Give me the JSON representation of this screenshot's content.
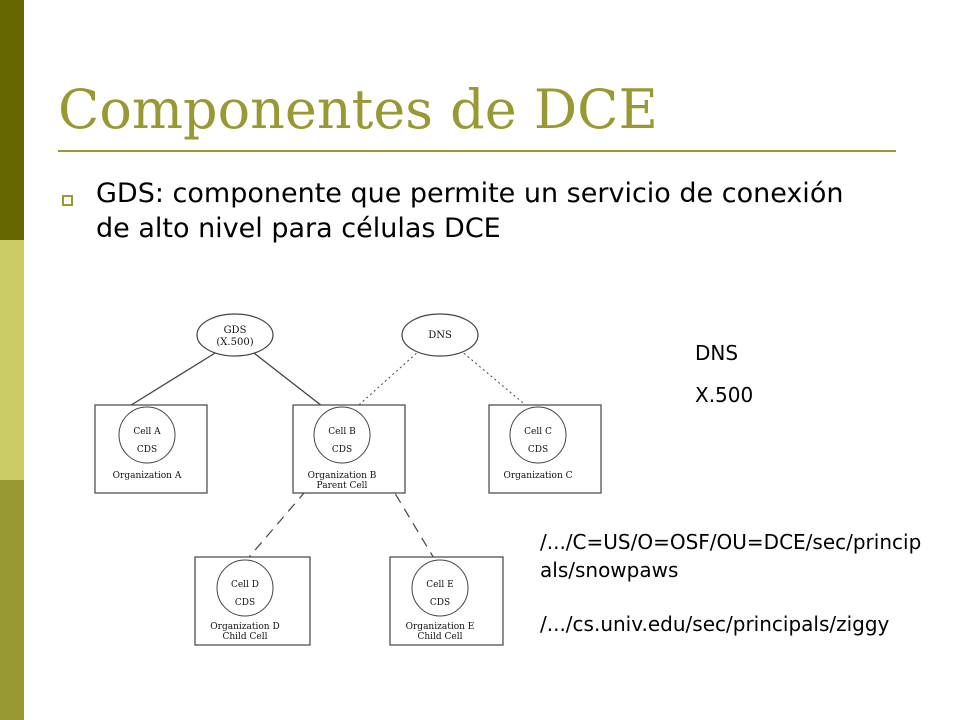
{
  "colors": {
    "sidebar_top": "#666600",
    "sidebar_mid": "#cccc66",
    "sidebar_bottom": "#999933",
    "accent": "#999933",
    "rule": "#999933",
    "diagram_stroke": "#444444"
  },
  "slide": {
    "title": "Componentes de DCE",
    "bullet": "GDS: componente que permite un servicio de conexión de alto nivel para células DCE"
  },
  "diagram": {
    "top_nodes": [
      {
        "id": "gds",
        "line1": "GDS",
        "line2": "(X.500)"
      },
      {
        "id": "dns",
        "line1": "DNS",
        "line2": ""
      }
    ],
    "cells": [
      {
        "id": "cell-a",
        "cell": "Cell A",
        "cds": "CDS",
        "org": "Organization A",
        "org2": ""
      },
      {
        "id": "cell-b",
        "cell": "Cell B",
        "cds": "CDS",
        "org": "Organization B",
        "org2": "Parent Cell"
      },
      {
        "id": "cell-c",
        "cell": "Cell C",
        "cds": "CDS",
        "org": "Organization C",
        "org2": ""
      },
      {
        "id": "cell-d",
        "cell": "Cell D",
        "cds": "CDS",
        "org": "Organization D",
        "org2": "Child Cell"
      },
      {
        "id": "cell-e",
        "cell": "Cell E",
        "cds": "CDS",
        "org": "Organization E",
        "org2": "Child Cell"
      }
    ]
  },
  "labels": {
    "dns": "DNS",
    "x500": "X.500"
  },
  "paths": [
    "/.../C=US/O=OSF/OU=DCE/sec/principals/snowpaws",
    "/.../cs.univ.edu/sec/principals/ziggy"
  ]
}
